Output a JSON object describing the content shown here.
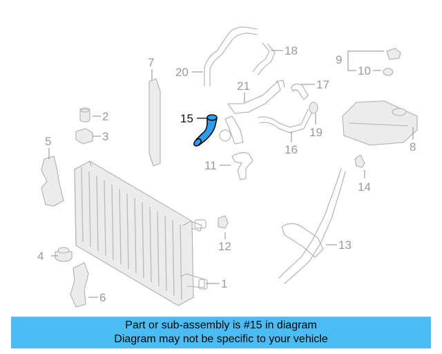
{
  "diagram": {
    "callouts": [
      {
        "id": "1",
        "label": "1"
      },
      {
        "id": "2",
        "label": "2"
      },
      {
        "id": "3",
        "label": "3"
      },
      {
        "id": "4",
        "label": "4"
      },
      {
        "id": "5",
        "label": "5"
      },
      {
        "id": "6",
        "label": "6"
      },
      {
        "id": "7",
        "label": "7"
      },
      {
        "id": "8",
        "label": "8"
      },
      {
        "id": "9",
        "label": "9"
      },
      {
        "id": "10",
        "label": "10"
      },
      {
        "id": "11",
        "label": "11"
      },
      {
        "id": "12",
        "label": "12"
      },
      {
        "id": "13",
        "label": "13"
      },
      {
        "id": "14",
        "label": "14"
      },
      {
        "id": "15",
        "label": "15"
      },
      {
        "id": "16",
        "label": "16"
      },
      {
        "id": "17",
        "label": "17"
      },
      {
        "id": "18",
        "label": "18"
      },
      {
        "id": "19",
        "label": "19"
      },
      {
        "id": "20",
        "label": "20"
      },
      {
        "id": "21",
        "label": "21"
      }
    ],
    "highlighted_part": "15"
  },
  "banner": {
    "line1": "Part or sub-assembly is #15 in diagram",
    "line2": "Diagram may not be specific to your vehicle"
  },
  "colors": {
    "banner_bg": "#4cbcf4",
    "highlight": "#2a9ef0",
    "ghost": "#b9b9b9"
  }
}
